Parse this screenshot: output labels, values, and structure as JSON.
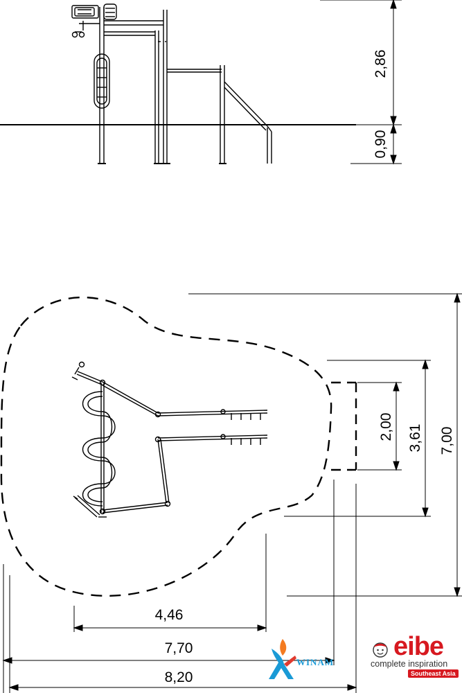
{
  "dimensions": {
    "side_height": "2,86",
    "side_depth": "0,90",
    "plan_width_inner": "2,00",
    "plan_width_mid": "3,61",
    "plan_width_total": "7,00",
    "plan_len_short": "4,46",
    "plan_len_mid": "7,70",
    "plan_len_total": "8,20"
  },
  "logos": {
    "eibe": {
      "name": "eibe",
      "tagline": "complete inspiration",
      "region": "Southeast Asia",
      "brand_color": "#d71920",
      "icon": "child-face-icon"
    },
    "winam": {
      "name": "WINAM",
      "brand_color": "#1a9ad6",
      "icon": "flame-figure-icon"
    }
  }
}
